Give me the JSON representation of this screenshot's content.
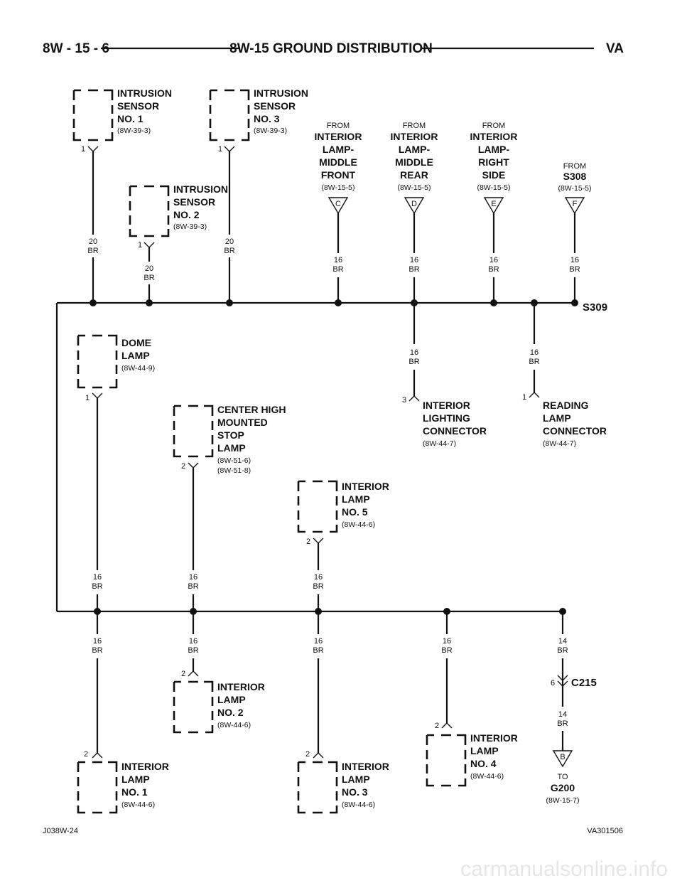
{
  "header": {
    "page": "8W - 15 - 6",
    "title": "8W-15 GROUND DISTRIBUTION",
    "model": "VA"
  },
  "components": {
    "intrusion1": {
      "l1": "INTRUSION",
      "l2": "SENSOR",
      "l3": "NO. 1",
      "ref": "(8W-39-3)",
      "pin": "1"
    },
    "intrusion3": {
      "l1": "INTRUSION",
      "l2": "SENSOR",
      "l3": "NO. 3",
      "ref": "(8W-39-3)",
      "pin": "1"
    },
    "intrusion2": {
      "l1": "INTRUSION",
      "l2": "SENSOR",
      "l3": "NO. 2",
      "ref": "(8W-39-3)",
      "pin": "1"
    },
    "dome": {
      "l1": "DOME",
      "l2": "LAMP",
      "ref": "(8W-44-9)",
      "pin": "1"
    },
    "chmsl": {
      "l1": "CENTER HIGH",
      "l2": "MOUNTED",
      "l3": "STOP",
      "l4": "LAMP",
      "ref1": "(8W-51-6)",
      "ref2": "(8W-51-8)",
      "pin": "2"
    },
    "lamp5": {
      "l1": "INTERIOR",
      "l2": "LAMP",
      "l3": "NO. 5",
      "ref": "(8W-44-6)",
      "pin": "2"
    },
    "lamp2": {
      "l1": "INTERIOR",
      "l2": "LAMP",
      "l3": "NO. 2",
      "ref": "(8W-44-6)",
      "pin": "2"
    },
    "lamp1": {
      "l1": "INTERIOR",
      "l2": "LAMP",
      "l3": "NO. 1",
      "ref": "(8W-44-6)",
      "pin": "2"
    },
    "lamp3": {
      "l1": "INTERIOR",
      "l2": "LAMP",
      "l3": "NO. 3",
      "ref": "(8W-44-6)",
      "pin": "2"
    },
    "lamp4": {
      "l1": "INTERIOR",
      "l2": "LAMP",
      "l3": "NO. 4",
      "ref": "(8W-44-6)",
      "pin": "2"
    },
    "ilc": {
      "l1": "INTERIOR",
      "l2": "LIGHTING",
      "l3": "CONNECTOR",
      "ref": "(8W-44-7)",
      "pin": "3"
    },
    "rlc": {
      "l1": "READING",
      "l2": "LAMP",
      "l3": "CONNECTOR",
      "ref": "(8W-44-7)",
      "pin": "1"
    }
  },
  "from": {
    "c": {
      "from": "FROM",
      "l1": "INTERIOR",
      "l2": "LAMP-",
      "l3": "MIDDLE",
      "l4": "FRONT",
      "ref": "(8W-15-5)",
      "letter": "C"
    },
    "d": {
      "from": "FROM",
      "l1": "INTERIOR",
      "l2": "LAMP-",
      "l3": "MIDDLE",
      "l4": "REAR",
      "ref": "(8W-15-5)",
      "letter": "D"
    },
    "e": {
      "from": "FROM",
      "l1": "INTERIOR",
      "l2": "LAMP-",
      "l3": "RIGHT",
      "l4": "SIDE",
      "ref": "(8W-15-5)",
      "letter": "E"
    },
    "f": {
      "from": "FROM",
      "l1": "S308",
      "ref": "(8W-15-5)",
      "letter": "F"
    }
  },
  "to": {
    "to": "TO",
    "l1": "G200",
    "ref": "(8W-15-7)",
    "letter": "B"
  },
  "splices": {
    "s309": "S309",
    "c215": "C215",
    "c215_pin": "6"
  },
  "wires": {
    "g20": "20",
    "g16": "16",
    "g14": "14",
    "color": "BR"
  },
  "footer": {
    "left": "J038W-24",
    "right": "VA301506"
  },
  "watermark": "carmanualsonline.info"
}
